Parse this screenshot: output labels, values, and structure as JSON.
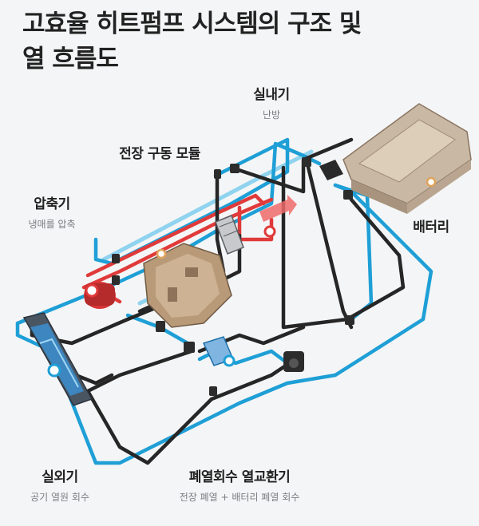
{
  "title": {
    "line1": "고효율 히트펌프 시스템의 구조 및",
    "line2": "열 흐름도"
  },
  "labels": {
    "indoor": {
      "main": "실내기",
      "sub": "난방"
    },
    "edu": {
      "main": "전장 구동 모듈"
    },
    "compressor": {
      "main": "압축기",
      "sub": "냉매를 압축"
    },
    "battery": {
      "main": "배터리"
    },
    "outdoor": {
      "main": "실외기",
      "sub": "공기 열원 회수"
    },
    "recovery": {
      "main": "폐열회수 열교환기",
      "sub": "전장 폐열 + 배터리 폐열 회수"
    }
  },
  "colors": {
    "coolant": "#1e9fd6",
    "refrigerant_hot": "#e03a3a",
    "pipe": "#262626",
    "component": "#b99a78"
  }
}
